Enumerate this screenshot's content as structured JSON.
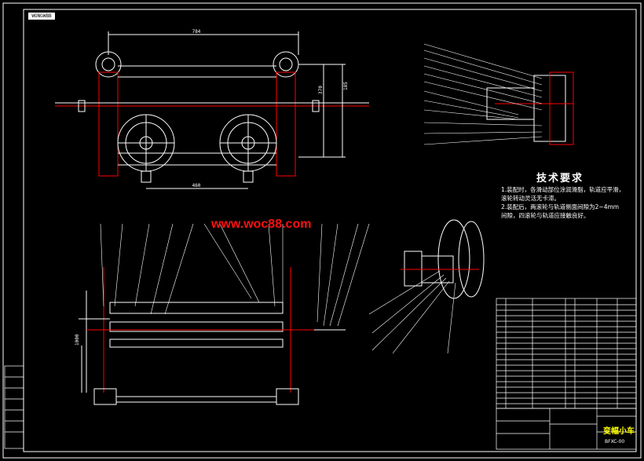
{
  "drawing": {
    "tag": "WONGWBB",
    "watermark": "www.woc88.com",
    "title_block": {
      "name": "变幅小车",
      "code": "BFXC-00"
    }
  },
  "technical_requirements": {
    "title": "技术要求",
    "items": [
      "1.装配时，各滑动部位涂润滑脂，轨道应平滑，",
      "  滚轮转动灵活无卡滞。",
      "2.装配后，两滚轮与轨道侧面间隙为2~4mm",
      "  间隙，四滚轮与轨道应接触良好。"
    ]
  },
  "dimensions": {
    "top_width": "784",
    "height_right": "370",
    "height_far": "185",
    "wheel_span": "460",
    "front_height": "1000"
  },
  "colors": {
    "frame": "#ffffff",
    "outline": "#ff0000",
    "body": "#ffffff",
    "wheel": "#ffffff",
    "leader": "#ffffff",
    "accent": "#ffff00",
    "bg": "#000000"
  }
}
